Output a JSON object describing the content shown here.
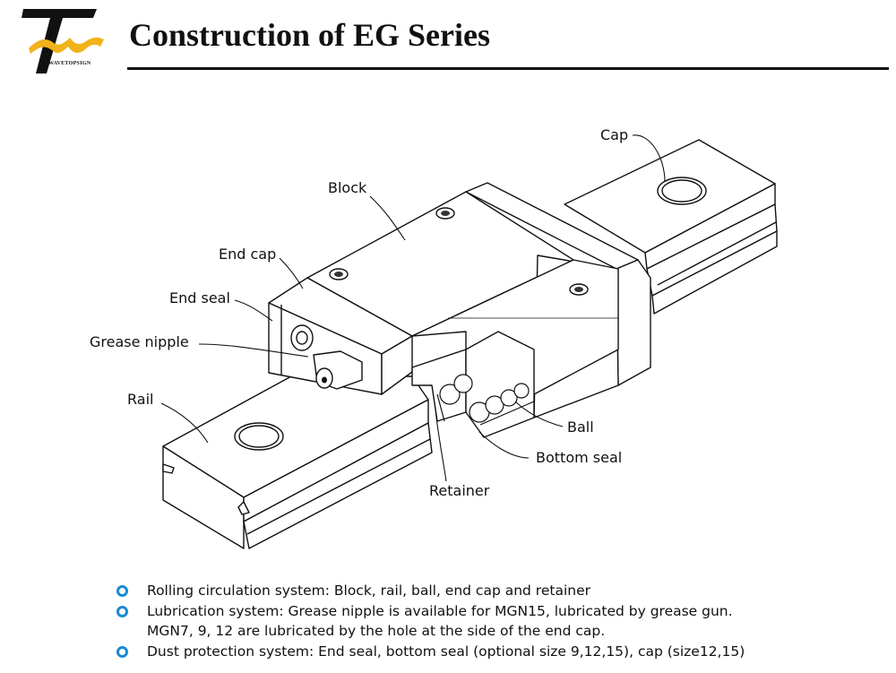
{
  "header": {
    "logo_text": "WAVETOPSIGN",
    "title": "Construction of EG Series",
    "colors": {
      "logo_accent": "#f2b21b",
      "logo_dark": "#111111"
    }
  },
  "diagram": {
    "callouts": {
      "cap": "Cap",
      "block": "Block",
      "end_cap": "End cap",
      "end_seal": "End seal",
      "grease_nipple": "Grease nipple",
      "rail": "Rail",
      "ball": "Ball",
      "bottom_seal": "Bottom seal",
      "retainer": "Retainer"
    }
  },
  "bullets": {
    "color": "#1a8ad4",
    "items": [
      {
        "lines": [
          "Rolling circulation system: Block, rail, ball, end cap and retainer"
        ]
      },
      {
        "lines": [
          "Lubrication system: Grease nipple is available for MGN15, lubricated by grease gun.",
          "MGN7, 9, 12 are lubricated by the hole at the side of the end cap."
        ]
      },
      {
        "lines": [
          "Dust protection system: End seal, bottom seal (optional size 9,12,15), cap (size12,15)"
        ]
      }
    ]
  }
}
